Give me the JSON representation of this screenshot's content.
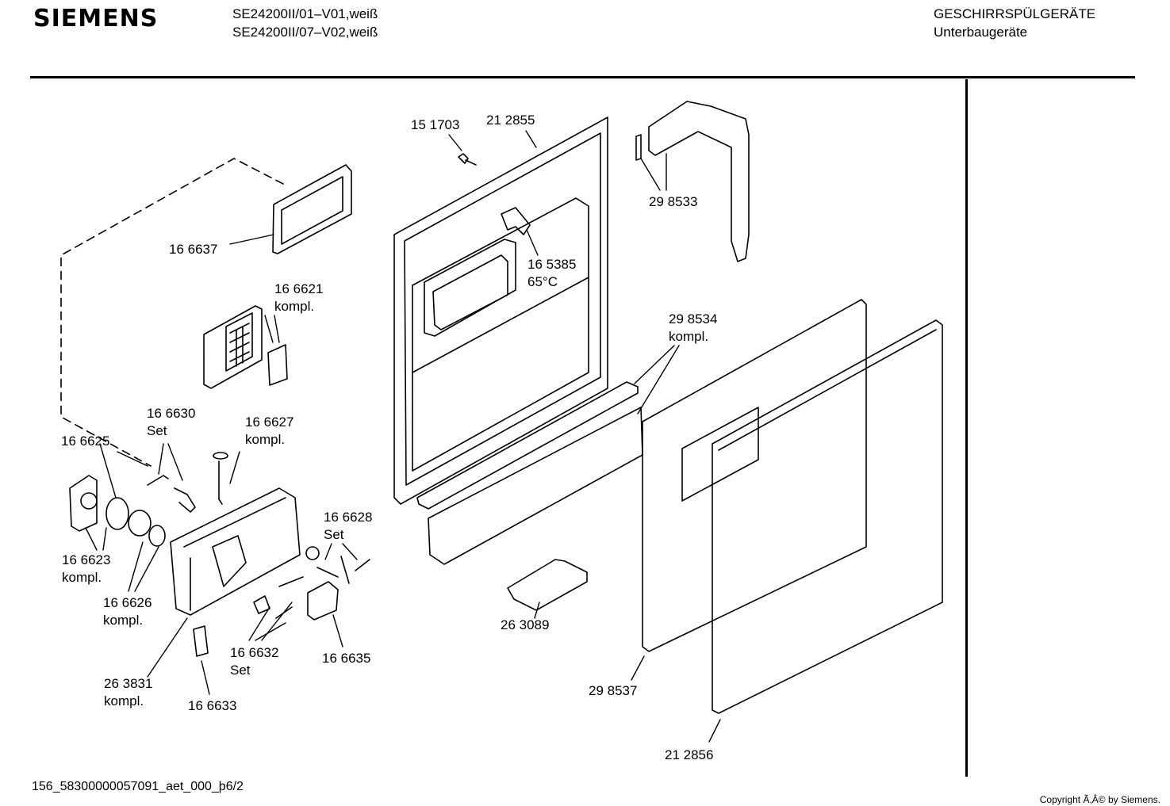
{
  "header": {
    "brand": "SIEMENS",
    "models": [
      "SE24200II/01–V01,weiß",
      "SE24200II/07–V02,weiß"
    ],
    "category": "GESCHIRRSPÜLGERÄTE",
    "subcategory": "Unterbaugeräte"
  },
  "parts": [
    {
      "id": "p151703",
      "number": "15 1703",
      "note": ""
    },
    {
      "id": "p212855",
      "number": "21 2855",
      "note": ""
    },
    {
      "id": "p298533",
      "number": "29 8533",
      "note": ""
    },
    {
      "id": "p166637",
      "number": "16 6637",
      "note": ""
    },
    {
      "id": "p166621",
      "number": "16 6621",
      "note": "kompl."
    },
    {
      "id": "p165385",
      "number": "16 5385",
      "note": "65°C"
    },
    {
      "id": "p298534",
      "number": "29 8534",
      "note": "kompl."
    },
    {
      "id": "p166630",
      "number": "16 6630",
      "note": "Set"
    },
    {
      "id": "p166627",
      "number": "16 6627",
      "note": "kompl."
    },
    {
      "id": "p166625",
      "number": "16 6625",
      "note": ""
    },
    {
      "id": "p166628",
      "number": "16 6628",
      "note": "Set"
    },
    {
      "id": "p166623",
      "number": "16 6623",
      "note": "kompl."
    },
    {
      "id": "p166626",
      "number": "16 6626",
      "note": "kompl."
    },
    {
      "id": "p263089",
      "number": "26 3089",
      "note": ""
    },
    {
      "id": "p166632",
      "number": "16 6632",
      "note": "Set"
    },
    {
      "id": "p166635",
      "number": "16 6635",
      "note": ""
    },
    {
      "id": "p263831",
      "number": "26 3831",
      "note": "kompl."
    },
    {
      "id": "p166633",
      "number": "16 6633",
      "note": ""
    },
    {
      "id": "p298537",
      "number": "29 8537",
      "note": ""
    },
    {
      "id": "p212856",
      "number": "21 2856",
      "note": ""
    }
  ],
  "footer": {
    "doc_id": "156_58300000057091_aet_000_þ6/2",
    "copyright": "Copyright Ã,Â© by Siemens."
  }
}
